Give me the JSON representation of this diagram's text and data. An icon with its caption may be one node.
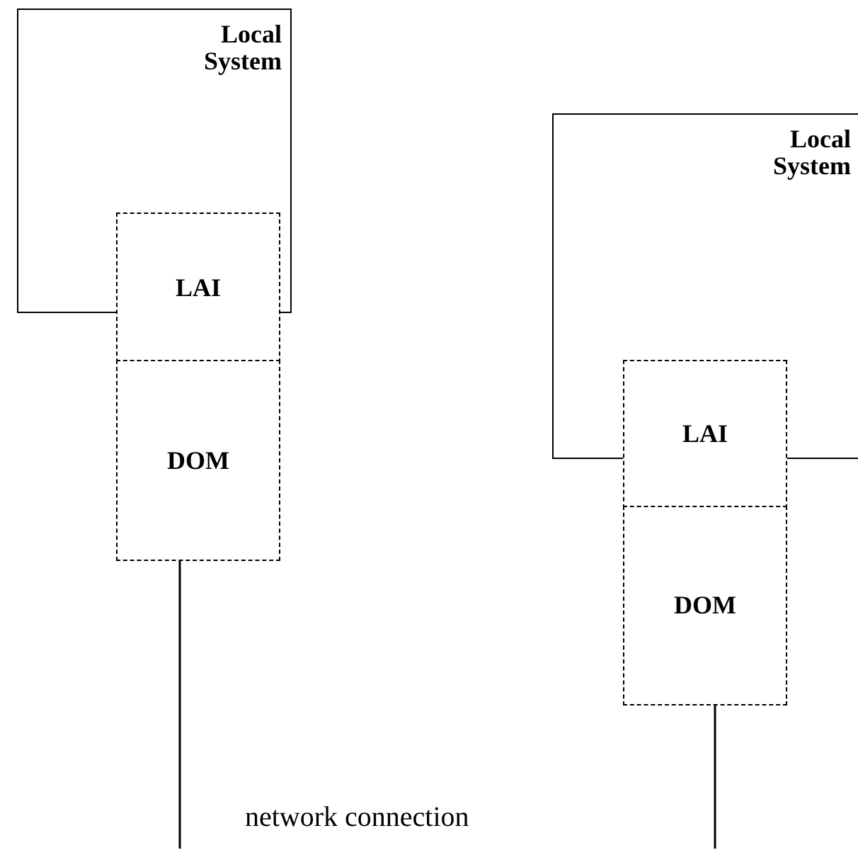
{
  "diagram": {
    "nodes": [
      {
        "text": [
          "Local System"
        ]
      },
      {
        "text": [
          "LAI"
        ]
      },
      {
        "text": [
          "DOM"
        ]
      },
      {
        "text": [
          "Local System"
        ]
      },
      {
        "text": [
          "LAI"
        ]
      },
      {
        "text": [
          "DOM"
        ]
      }
    ],
    "edges": [
      {
        "from": 2,
        "to": null,
        "arrow": "none"
      },
      {
        "from": 5,
        "to": null,
        "arrow": "none"
      }
    ],
    "labels": [
      "network connection"
    ]
  }
}
